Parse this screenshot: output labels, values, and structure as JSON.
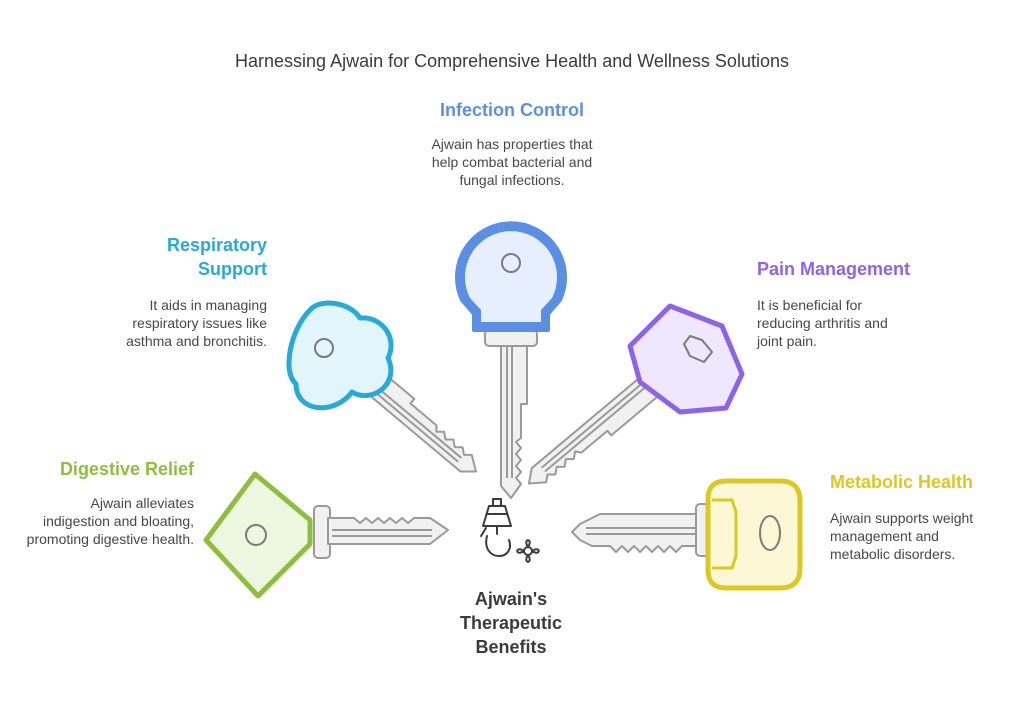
{
  "title": "Harnessing Ajwain for Comprehensive Health and Wellness Solutions",
  "center": {
    "label": "Ajwain's Therapeutic Benefits"
  },
  "items": [
    {
      "heading": "Infection Control",
      "text": "Ajwain has properties that help combat bacterial and fungal infections.",
      "color": "#5b8fe4",
      "fill": "#e6efff"
    },
    {
      "heading": "Respiratory Support",
      "text": "It aids in managing respiratory issues like asthma and bronchitis.",
      "color": "#28a9d8",
      "fill": "#e2f5fb"
    },
    {
      "heading": "Pain Management",
      "text": "It is beneficial for reducing arthritis and joint pain.",
      "color": "#8d64e8",
      "fill": "#efe7fd"
    },
    {
      "heading": "Digestive Relief",
      "text": "Ajwain alleviates indigestion and bloating, promoting digestive health.",
      "color": "#8dbf3f",
      "fill": "#eef7e0"
    },
    {
      "heading": "Metabolic Health",
      "text": "Ajwain supports weight management and metabolic disorders.",
      "color": "#dcc823",
      "fill": "#fcf8d6"
    }
  ],
  "icons": {
    "center": "lamp-and-flower-icon"
  }
}
